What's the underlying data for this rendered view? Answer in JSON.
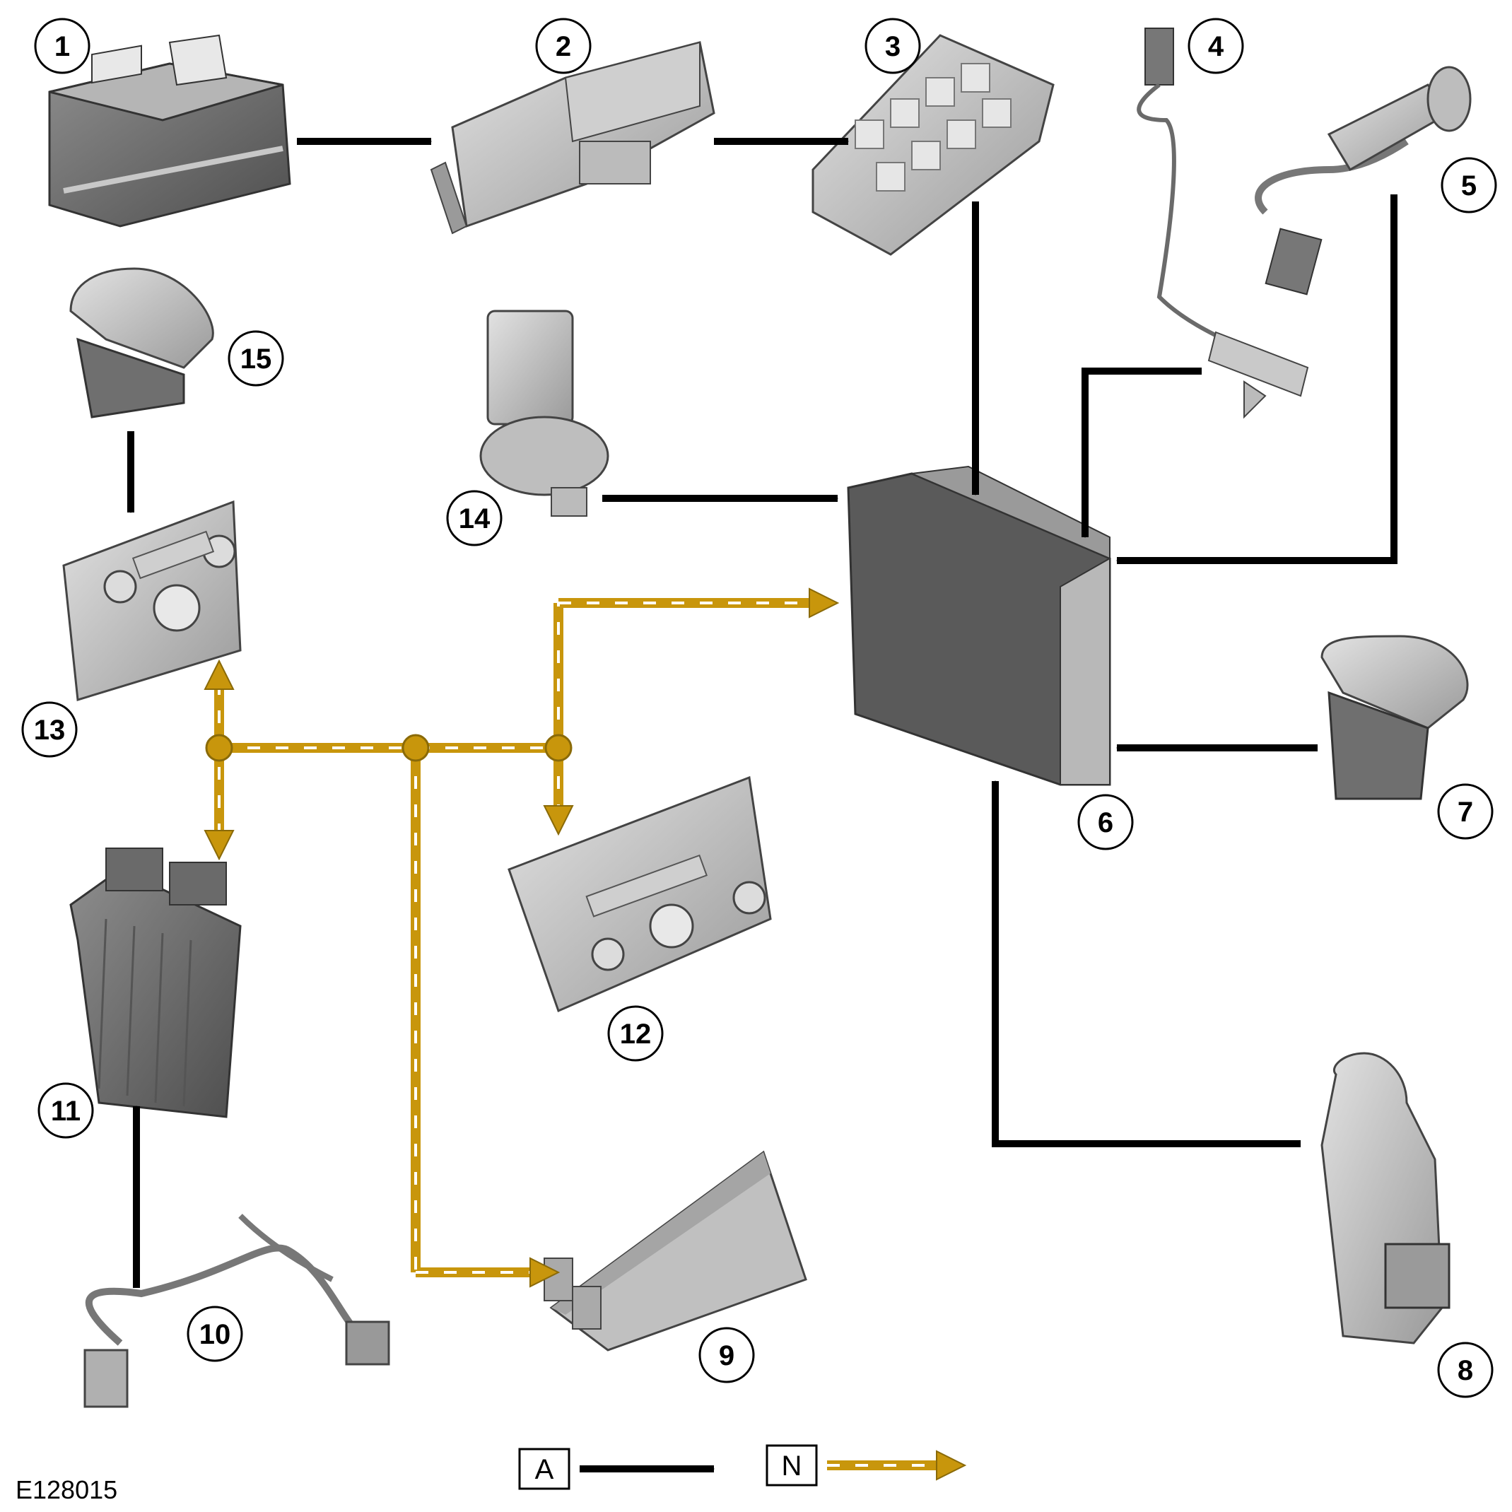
{
  "colors": {
    "hardwired": "#000000",
    "can_bus": "#c8960c",
    "component_dark": "#555555",
    "component_mid": "#8a8a8a",
    "component_light": "#d4d4d4"
  },
  "components": [
    {
      "id": "1",
      "icon": "battery-icon"
    },
    {
      "id": "2",
      "icon": "battery-junction-box-icon"
    },
    {
      "id": "3",
      "icon": "central-junction-box-icon"
    },
    {
      "id": "4",
      "icon": "temperature-sensor-icon"
    },
    {
      "id": "5",
      "icon": "wiring-harness-sensor-icon"
    },
    {
      "id": "6",
      "icon": "control-module-icon"
    },
    {
      "id": "7",
      "icon": "sensor-housing-icon"
    },
    {
      "id": "8",
      "icon": "sensor-bracket-icon"
    },
    {
      "id": "9",
      "icon": "display-module-icon"
    },
    {
      "id": "10",
      "icon": "harness-sensor-icon"
    },
    {
      "id": "11",
      "icon": "engine-control-module-icon"
    },
    {
      "id": "12",
      "icon": "control-panel-icon"
    },
    {
      "id": "13",
      "icon": "climate-control-panel-icon"
    },
    {
      "id": "14",
      "icon": "pressure-sensor-icon"
    },
    {
      "id": "15",
      "icon": "sensor-housing-icon"
    }
  ],
  "legend": {
    "hardwired_label": "A",
    "can_label": "N"
  },
  "reference": "E128015"
}
